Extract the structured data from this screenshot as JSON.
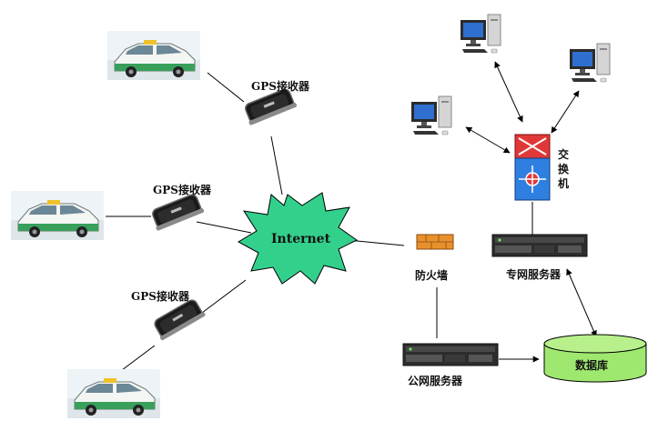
{
  "labels": {
    "gps_receiver": "GPS接收器",
    "internet": "Internet",
    "firewall": "防火墙",
    "switch": "交换机",
    "private_server": "专网服务器",
    "public_server": "公网服务器",
    "database": "数据库"
  },
  "icons": {
    "taxi": "taxi-car-icon",
    "gps": "gps-receiver-device-icon",
    "computer": "desktop-computer-icon",
    "switch": "network-switch-icon",
    "server": "rack-server-icon",
    "firewall": "firewall-brick-icon",
    "database": "database-cylinder-icon",
    "cloud": "internet-cloud-icon"
  },
  "colors": {
    "internet_fill": "#33d08c",
    "database_fill": "#9fe870",
    "taxi_green": "#38a05a",
    "taxi_yellow": "#f0c22a",
    "firewall_orange": "#e8902c"
  }
}
